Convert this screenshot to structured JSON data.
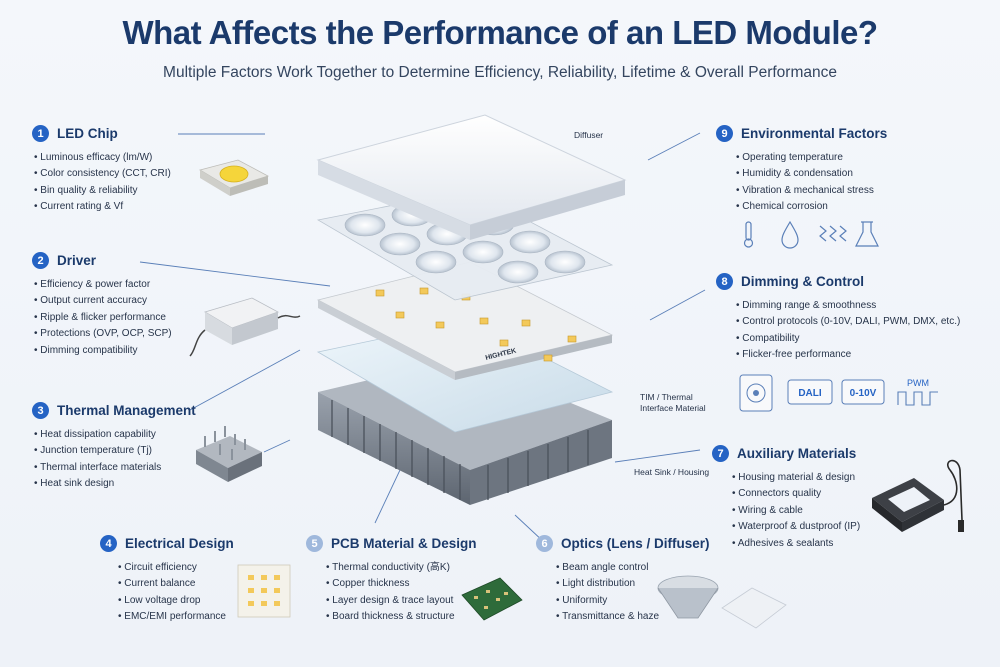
{
  "title": "What Affects the Performance of an LED Module?",
  "subtitle": "Multiple Factors Work Together to Determine Efficiency, Reliability, Lifetime & Overall Performance",
  "callouts": {
    "diffuser": "Diffuser",
    "tim": "TIM / Thermal Interface Material",
    "heatsink": "Heat Sink / Housing",
    "pcb_brand": "HIGHTEK"
  },
  "sections": {
    "led_chip": {
      "number": "1",
      "title": "LED Chip",
      "items": [
        "Luminous efficacy (lm/W)",
        "Color consistency (CCT, CRI)",
        "Bin quality & reliability",
        "Current rating & Vf"
      ]
    },
    "driver": {
      "number": "2",
      "title": "Driver",
      "items": [
        "Efficiency & power factor",
        "Output current accuracy",
        "Ripple & flicker performance",
        "Protections (OVP, OCP, SCP)",
        "Dimming compatibility"
      ]
    },
    "thermal": {
      "number": "3",
      "title": "Thermal Management",
      "items": [
        "Heat dissipation capability",
        "Junction temperature (Tj)",
        "Thermal interface materials",
        "Heat sink design"
      ]
    },
    "electrical": {
      "number": "4",
      "title": "Electrical Design",
      "items": [
        "Circuit efficiency",
        "Current balance",
        "Low voltage drop",
        "EMC/EMI performance"
      ]
    },
    "pcb": {
      "number": "5",
      "title": "PCB Material & Design",
      "items": [
        "Thermal conductivity (高K)",
        "Copper thickness",
        "Layer design & trace layout",
        "Board thickness & structure"
      ]
    },
    "optics": {
      "number": "6",
      "title": "Optics (Lens / Diffuser)",
      "items": [
        "Beam angle control",
        "Light distribution",
        "Uniformity",
        "Transmittance & haze"
      ]
    },
    "auxiliary": {
      "number": "7",
      "title": "Auxiliary Materials",
      "items": [
        "Housing material & design",
        "Connectors quality",
        "Wiring & cable",
        "Waterproof & dustproof (IP)",
        "Adhesives & sealants"
      ]
    },
    "dimming": {
      "number": "8",
      "title": "Dimming & Control",
      "items": [
        "Dimming range & smoothness",
        "Control protocols (0-10V, DALI, PWM, DMX, etc.)",
        "Compatibility",
        "Flicker-free performance"
      ],
      "icon_labels": [
        "DALI",
        "0-10V",
        "PWM"
      ]
    },
    "environmental": {
      "number": "9",
      "title": "Environmental Factors",
      "items": [
        "Operating temperature",
        "Humidity & condensation",
        "Vibration & mechanical stress",
        "Chemical corrosion"
      ]
    }
  },
  "colors": {
    "title": "#1b3a6b",
    "accent": "#2563c4",
    "chip": "#f5d53a",
    "pcb": "#2e6b3a"
  }
}
